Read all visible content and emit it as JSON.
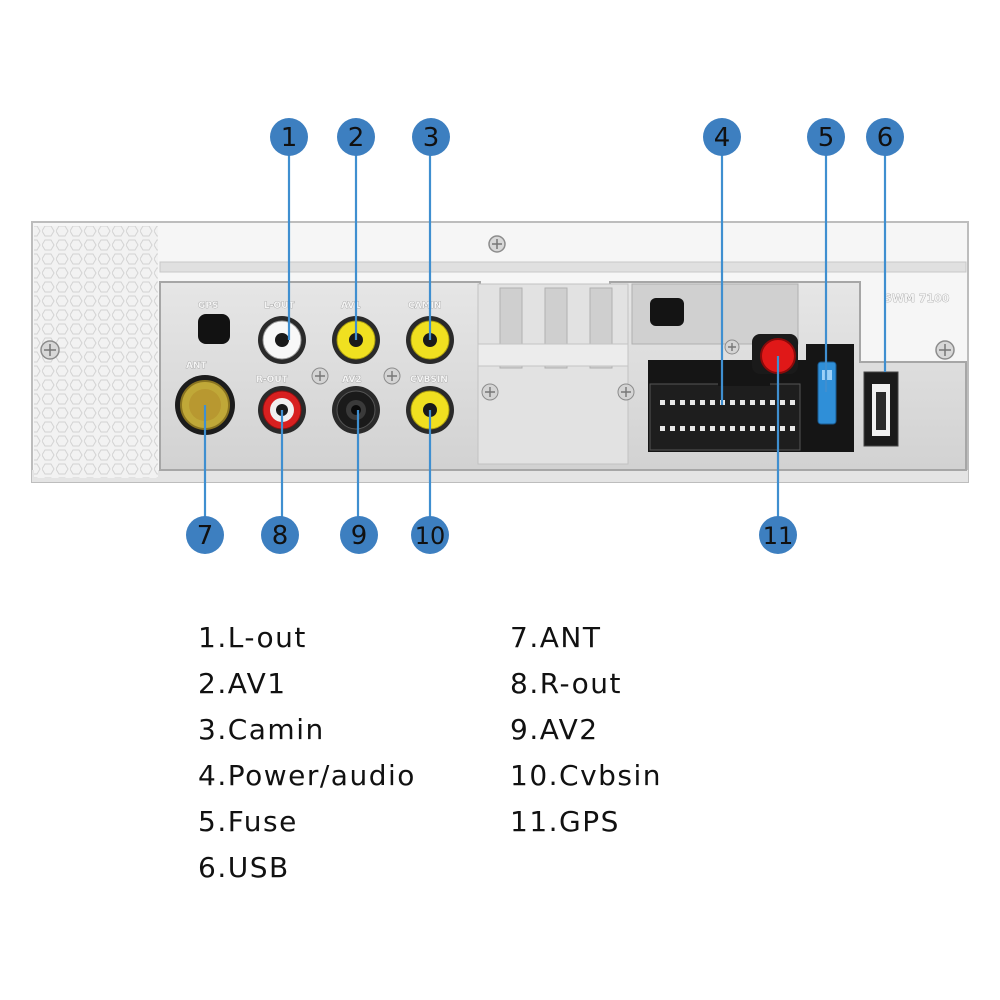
{
  "panel": {
    "labels": {
      "gps": "GPS",
      "l_out": "L-OUT",
      "av1": "AV1",
      "camin": "CAMIN",
      "ant": "ANT",
      "r_out": "R-OUT",
      "av2": "AV2",
      "cvbsin": "CVBSIN",
      "model": "SWM 7100"
    }
  },
  "callouts": [
    {
      "id": 1,
      "label": "1"
    },
    {
      "id": 2,
      "label": "2"
    },
    {
      "id": 3,
      "label": "3"
    },
    {
      "id": 4,
      "label": "4"
    },
    {
      "id": 5,
      "label": "5"
    },
    {
      "id": 6,
      "label": "6"
    },
    {
      "id": 7,
      "label": "7"
    },
    {
      "id": 8,
      "label": "8"
    },
    {
      "id": 9,
      "label": "9"
    },
    {
      "id": 10,
      "label": "10"
    },
    {
      "id": 11,
      "label": "11"
    }
  ],
  "legend": {
    "left": [
      "1.L-out",
      "2.AV1",
      "3.Camin",
      "4.Power/audio",
      "5.Fuse",
      "6.USB"
    ],
    "right": [
      "7.ANT",
      "8.R-out",
      "9.AV2",
      "10.Cvbsin",
      "11.GPS"
    ]
  },
  "colors": {
    "badge": "#3d7fc0",
    "leader": "#3f8fd0",
    "panel": "#d6d6d6",
    "rca_yellow": "#f0e020",
    "rca_red": "#d82020",
    "rca_white": "#f8f8f8",
    "rca_black": "#1a1a1a",
    "gps_red": "#e01818",
    "fuse_blue": "#2f8fd8"
  }
}
